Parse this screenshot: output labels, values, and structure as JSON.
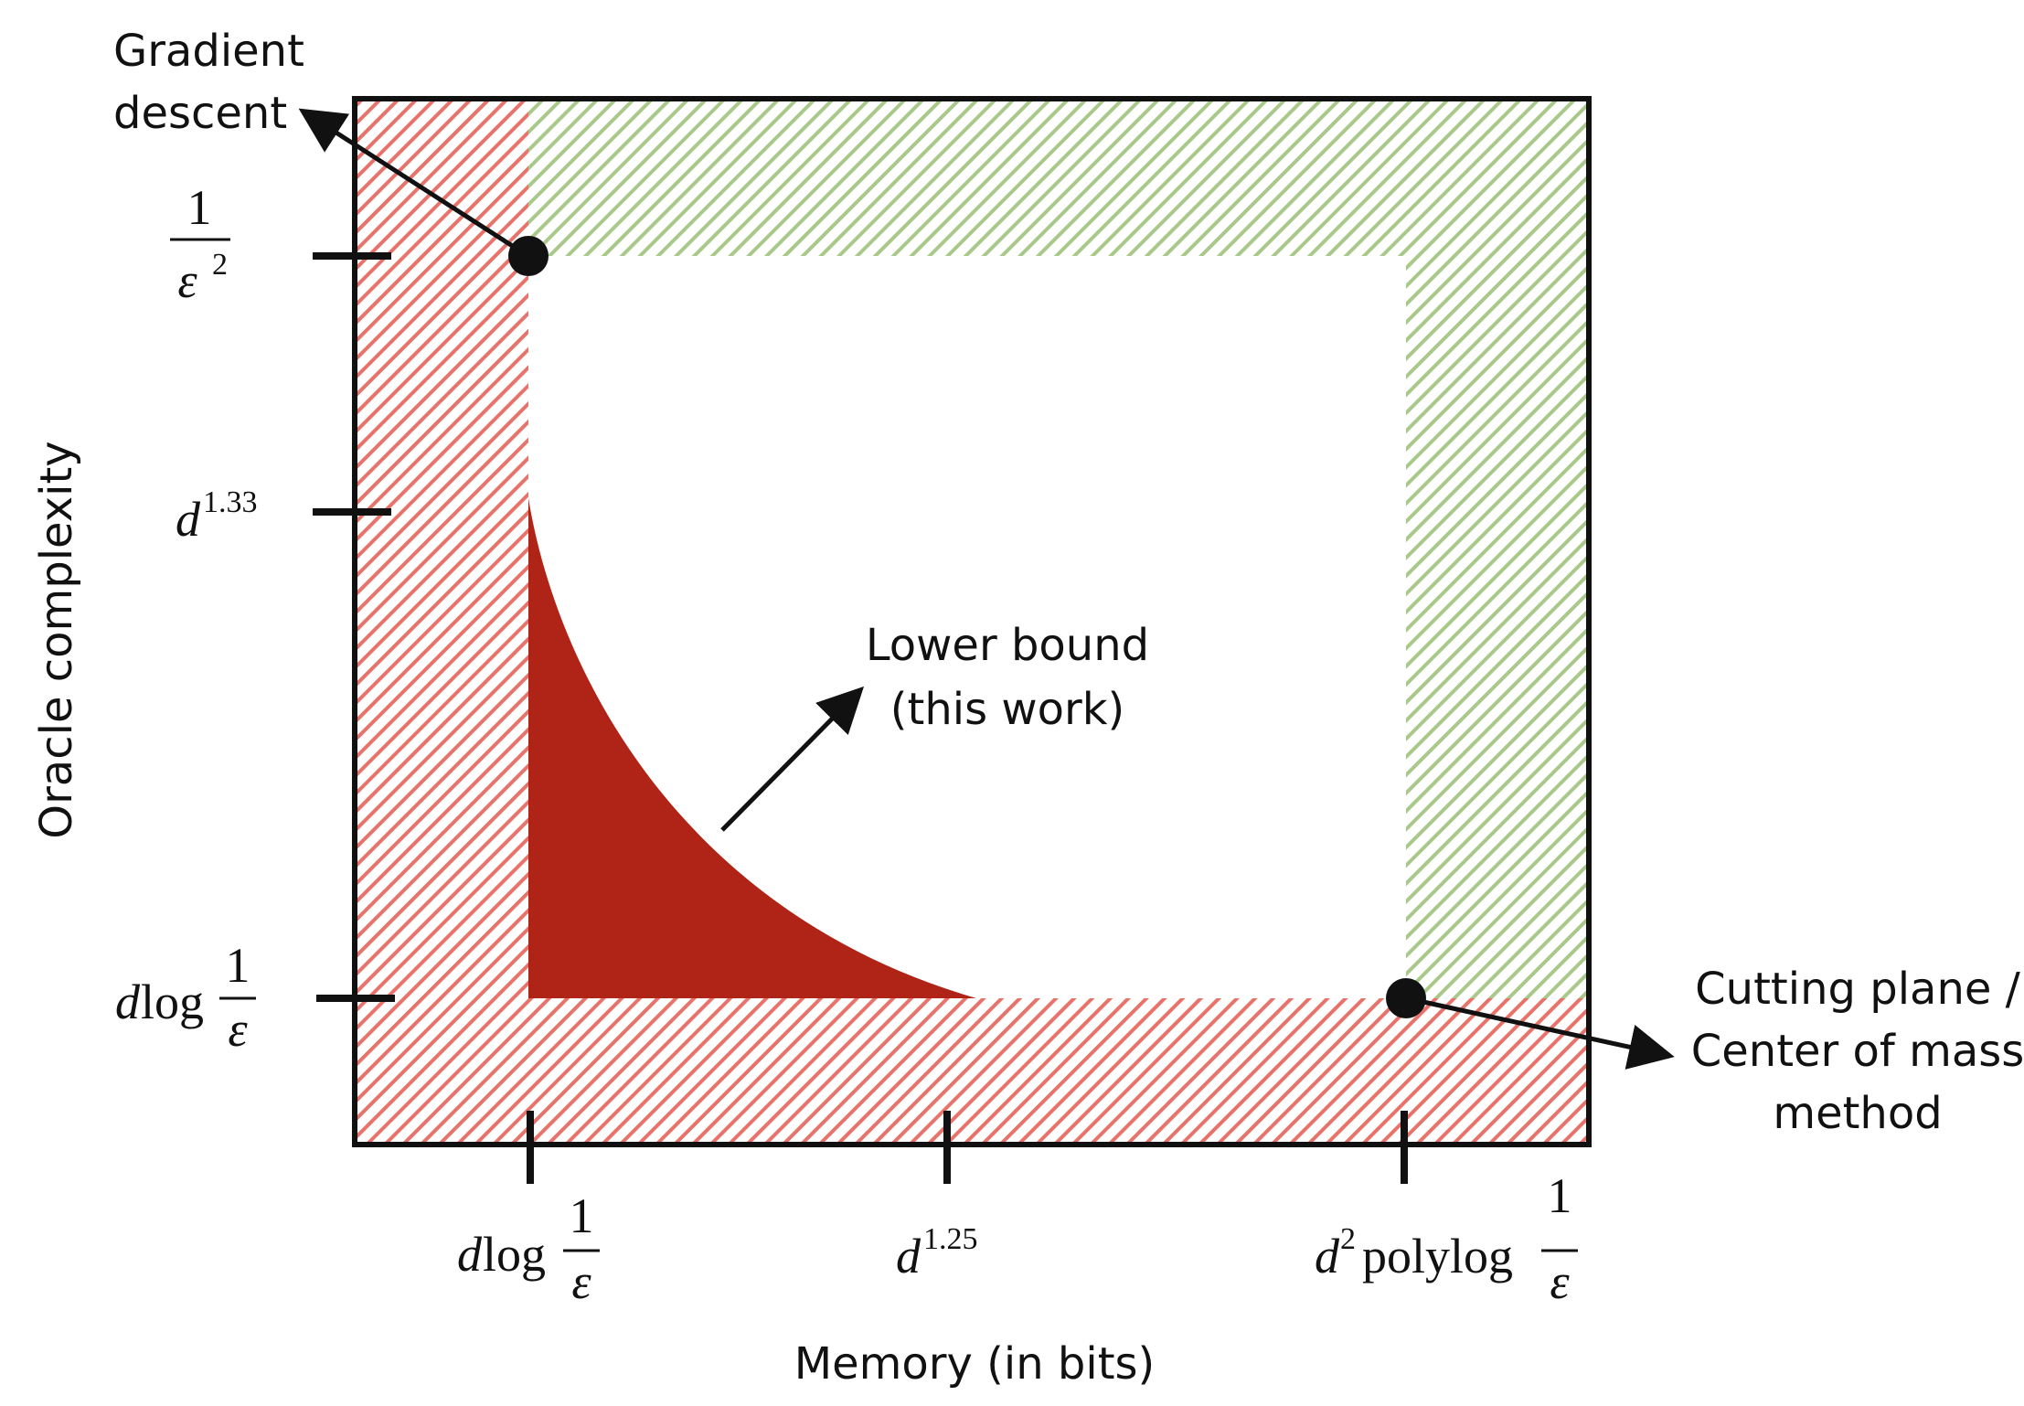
{
  "colors": {
    "red_hatch": "#e8736b",
    "green_hatch": "#a9c98a",
    "lower_bound_fill": "#b02418",
    "frame": "#111111",
    "background": "#ffffff"
  },
  "axes": {
    "xlabel": "Memory (in bits)",
    "ylabel": "Oracle complexity"
  },
  "x_ticks": {
    "t1": {
      "base": "d",
      "fn": "log",
      "num": "1",
      "den": "ε"
    },
    "t2": {
      "base": "d",
      "exp": "1.25"
    },
    "t3": {
      "base": "d",
      "exp": "2",
      "fn": "polylog",
      "num": "1",
      "den": "ε"
    }
  },
  "y_ticks": {
    "t1": {
      "num": "1",
      "den": "ε",
      "den_exp": "2"
    },
    "t2": {
      "base": "d",
      "exp": "1.33"
    },
    "t3": {
      "base": "d",
      "fn": "log",
      "num": "1",
      "den": "ε"
    }
  },
  "annotations": {
    "gradient_descent": [
      "Gradient",
      "descent"
    ],
    "lower_bound": [
      "Lower bound",
      "(this work)"
    ],
    "cutting_plane": [
      "Cutting plane /",
      "Center of mass",
      "method"
    ]
  }
}
